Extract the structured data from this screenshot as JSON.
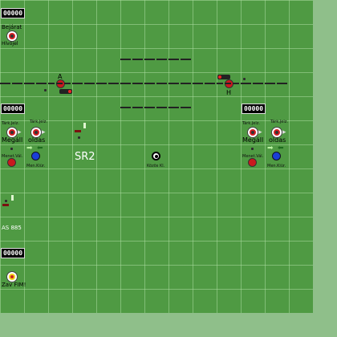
{
  "counters": {
    "top_left": "00000",
    "mid_left": "00000",
    "mid_right": "00000",
    "bottom_left": "00000"
  },
  "entry": {
    "label_line1": "Bejárat",
    "label_line2": "Hívójel"
  },
  "signals": {
    "A": "A",
    "H": "H"
  },
  "left_panel": {
    "tank_left": "Tárk.Jelz.",
    "tank_right": "Tárk.Jelz.",
    "stop": "Megáll",
    "side": "oldas",
    "route_select": "Menet.Vál.",
    "route_clear": "Men.Kiür."
  },
  "right_panel": {
    "tank_left": "Tárk.Jelz.",
    "tank_right": "Tárk.Jelz.",
    "stop": "Megáll",
    "side": "oldas",
    "route_select": "Menet.Vál.",
    "route_clear": "Men.Kiür."
  },
  "station_label": "SR2",
  "center_button_label": "Közös Kl.",
  "as_label": "AS 885",
  "bottom_button_label": "Zav FIM!",
  "colors": {
    "board": "#4f9a43",
    "outer": "#8fbf8a",
    "red": "#d71d22",
    "blue": "#1a3fd6",
    "yellow": "#f1d21b"
  }
}
